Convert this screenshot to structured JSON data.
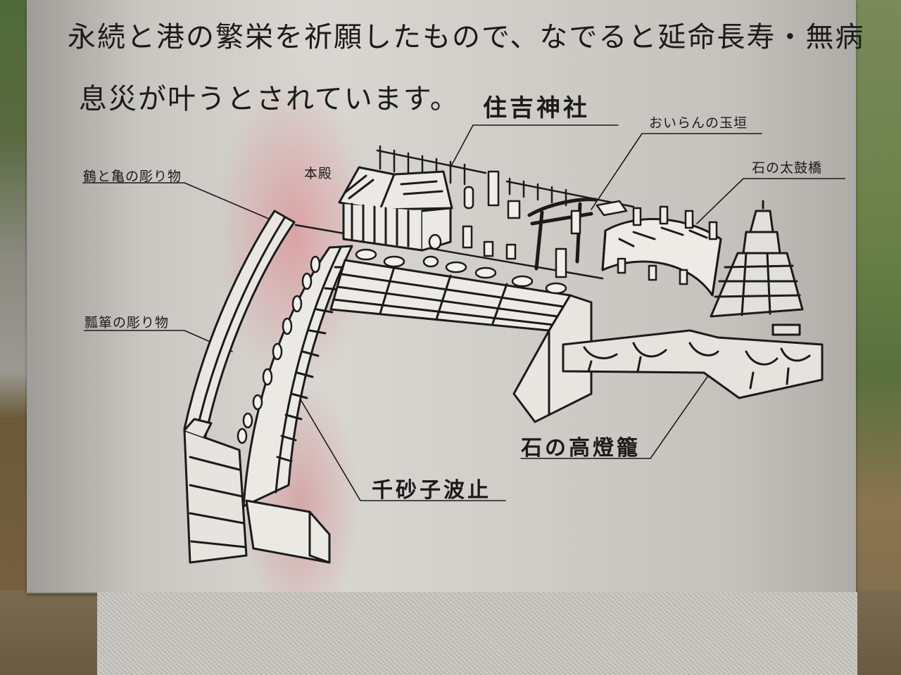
{
  "sign": {
    "body_lines": [
      "永続と港の繁栄を祈願したもので、なでると延命長寿・無病",
      "息災が叶うとされています。"
    ],
    "title": "住吉神社",
    "labels": {
      "honden": "本殿",
      "tsuru_kame": "鶴と亀の彫り物",
      "hyotan": "瓢箪の彫り物",
      "oiran": "おいらんの玉垣",
      "taikobashi": "石の太鼓橋",
      "takatoro": "石の高燈籠",
      "chisago": "千砂子波止"
    }
  }
}
